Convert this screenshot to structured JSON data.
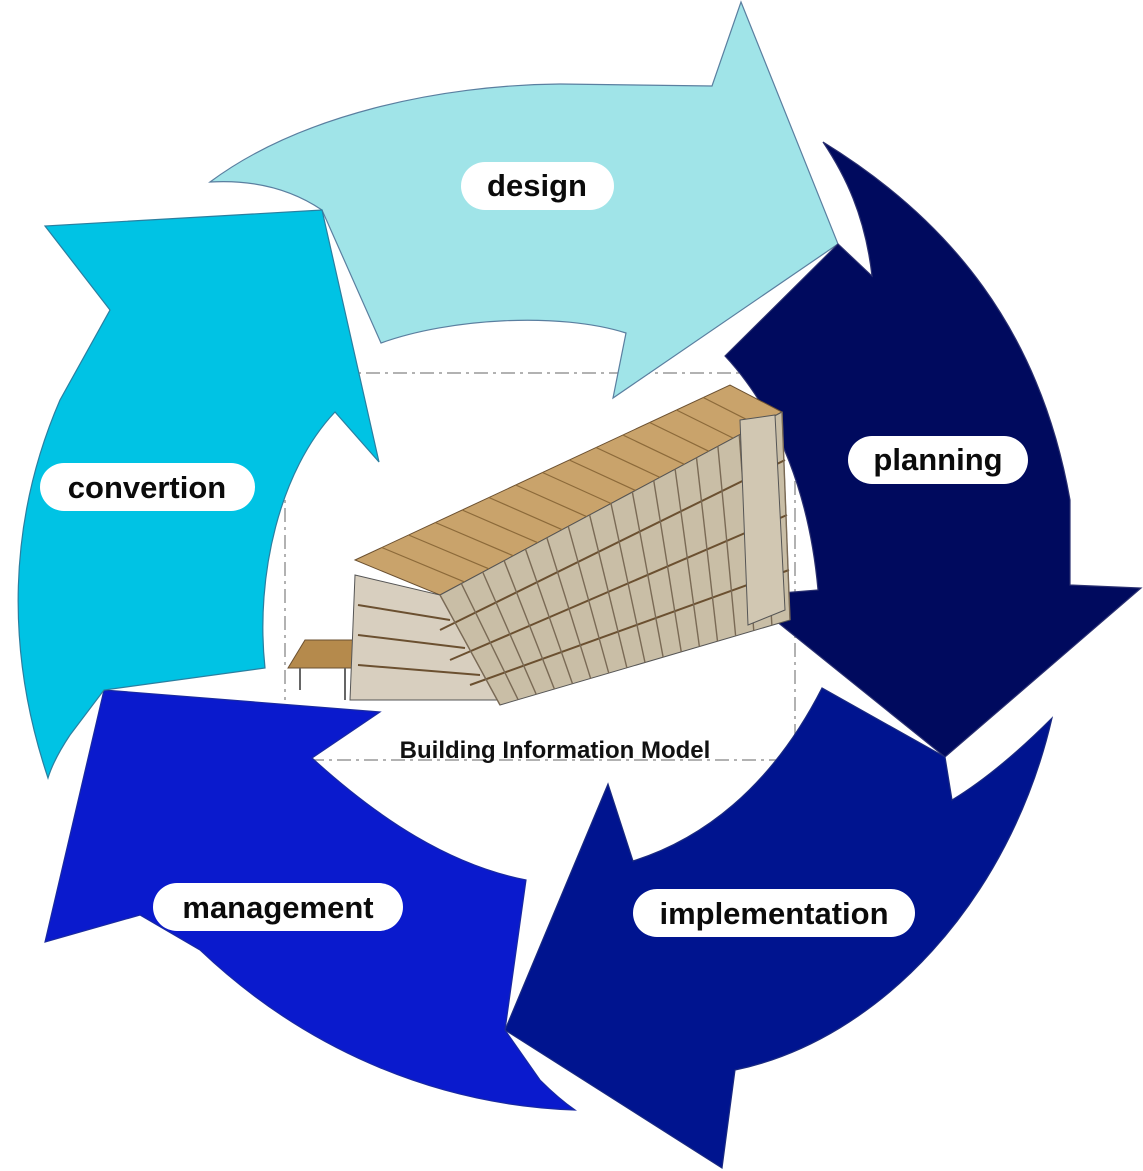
{
  "diagram": {
    "stages": [
      {
        "label": "design",
        "color": "#a0e4e8"
      },
      {
        "label": "planning",
        "color": "#000a5e"
      },
      {
        "label": "implementation",
        "color": "#00148f"
      },
      {
        "label": "management",
        "color": "#0a1acd"
      },
      {
        "label": "convertion",
        "color": "#00c3e4"
      }
    ],
    "center_caption": "Building Information Model",
    "center_image": "building-3d-model"
  }
}
